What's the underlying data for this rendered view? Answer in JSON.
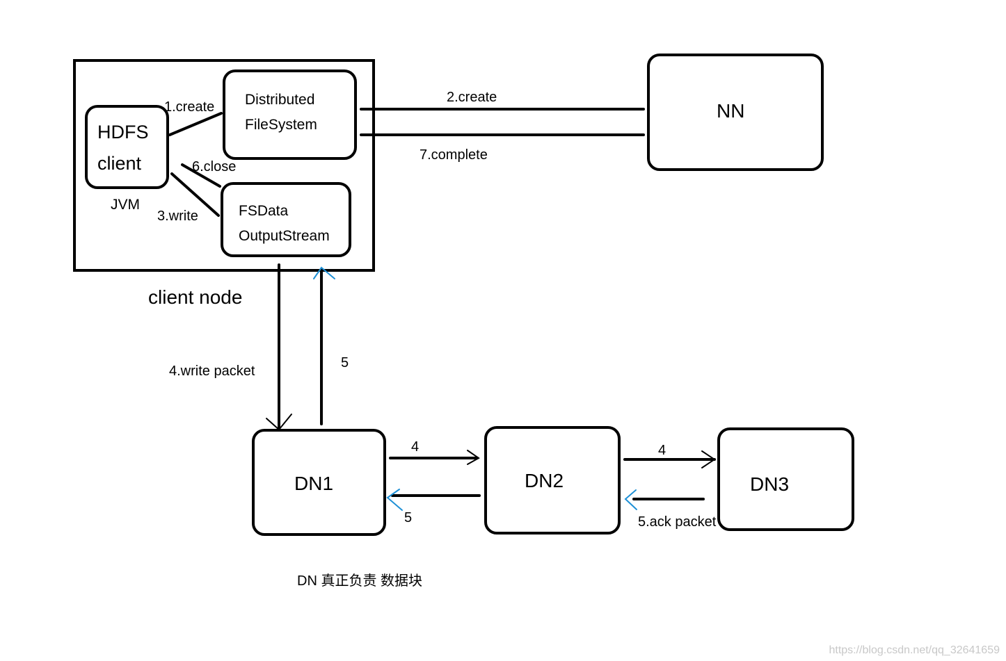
{
  "colors": {
    "stroke": "#000000",
    "accent_arrowhead": "#1e90d6",
    "watermark": "#c8c8c8",
    "background": "#ffffff"
  },
  "client_node": {
    "label": "client node",
    "jvm_label": "JVM",
    "hdfs_client": {
      "line1": "HDFS",
      "line2": "client"
    },
    "distributed_fs": {
      "line1": "Distributed",
      "line2": "FileSystem"
    },
    "fsdata_stream": {
      "line1": "FSData",
      "line2": "OutputStream"
    }
  },
  "nn": {
    "label": "NN"
  },
  "datanodes": {
    "dn1": "DN1",
    "dn2": "DN2",
    "dn3": "DN3"
  },
  "steps": {
    "create_client": "1.create",
    "create_nn": "2.create",
    "write": "3.write",
    "write_packet": "4.write packet",
    "ack_dn1_to_stream": "5",
    "dn1_to_dn2": "4",
    "dn2_to_dn1": "5",
    "dn2_to_dn3": "4",
    "ack_packet": "5.ack packet",
    "close": "6.close",
    "complete": "7.complete"
  },
  "note": "DN 真正负责 数据块",
  "watermark": "https://blog.csdn.net/qq_32641659"
}
